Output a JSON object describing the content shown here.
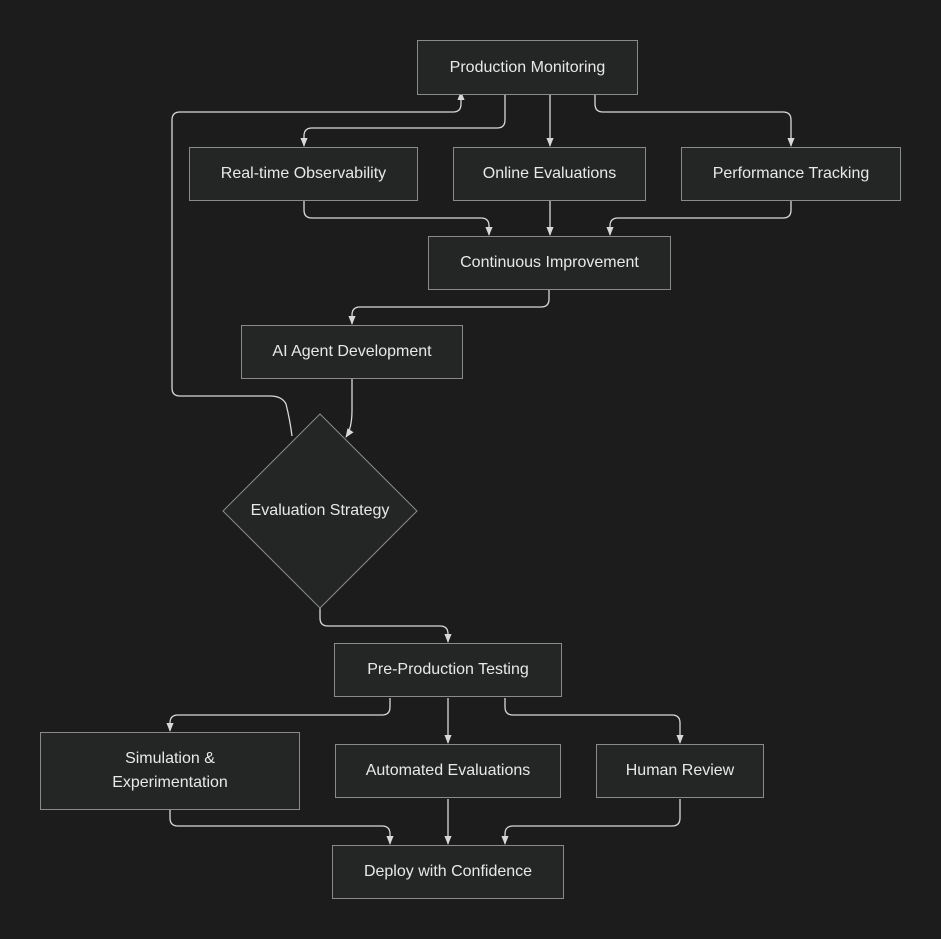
{
  "nodes": {
    "production_monitoring": "Production Monitoring",
    "realtime_observability": "Real-time Observability",
    "online_evaluations": "Online Evaluations",
    "performance_tracking": "Performance Tracking",
    "continuous_improvement": "Continuous Improvement",
    "ai_agent_development": "AI Agent Development",
    "evaluation_strategy": "Evaluation Strategy",
    "pre_production_testing": "Pre-Production Testing",
    "simulation_experimentation": "Simulation &\nExperimentation",
    "automated_evaluations": "Automated Evaluations",
    "human_review": "Human Review",
    "deploy_with_confidence": "Deploy with Confidence"
  },
  "edges": [
    {
      "from": "production_monitoring",
      "to": "realtime_observability"
    },
    {
      "from": "production_monitoring",
      "to": "online_evaluations"
    },
    {
      "from": "production_monitoring",
      "to": "performance_tracking"
    },
    {
      "from": "realtime_observability",
      "to": "continuous_improvement"
    },
    {
      "from": "online_evaluations",
      "to": "continuous_improvement"
    },
    {
      "from": "performance_tracking",
      "to": "continuous_improvement"
    },
    {
      "from": "continuous_improvement",
      "to": "ai_agent_development"
    },
    {
      "from": "ai_agent_development",
      "to": "evaluation_strategy"
    },
    {
      "from": "evaluation_strategy",
      "to": "pre_production_testing"
    },
    {
      "from": "evaluation_strategy",
      "to": "production_monitoring"
    },
    {
      "from": "pre_production_testing",
      "to": "simulation_experimentation"
    },
    {
      "from": "pre_production_testing",
      "to": "automated_evaluations"
    },
    {
      "from": "pre_production_testing",
      "to": "human_review"
    },
    {
      "from": "simulation_experimentation",
      "to": "deploy_with_confidence"
    },
    {
      "from": "automated_evaluations",
      "to": "deploy_with_confidence"
    },
    {
      "from": "human_review",
      "to": "deploy_with_confidence"
    }
  ],
  "colors": {
    "background": "#1c1c1c",
    "node_fill": "#242625",
    "node_border": "#8a8a8a",
    "edge": "#d8d8d8",
    "text": "#e8e8e8"
  }
}
